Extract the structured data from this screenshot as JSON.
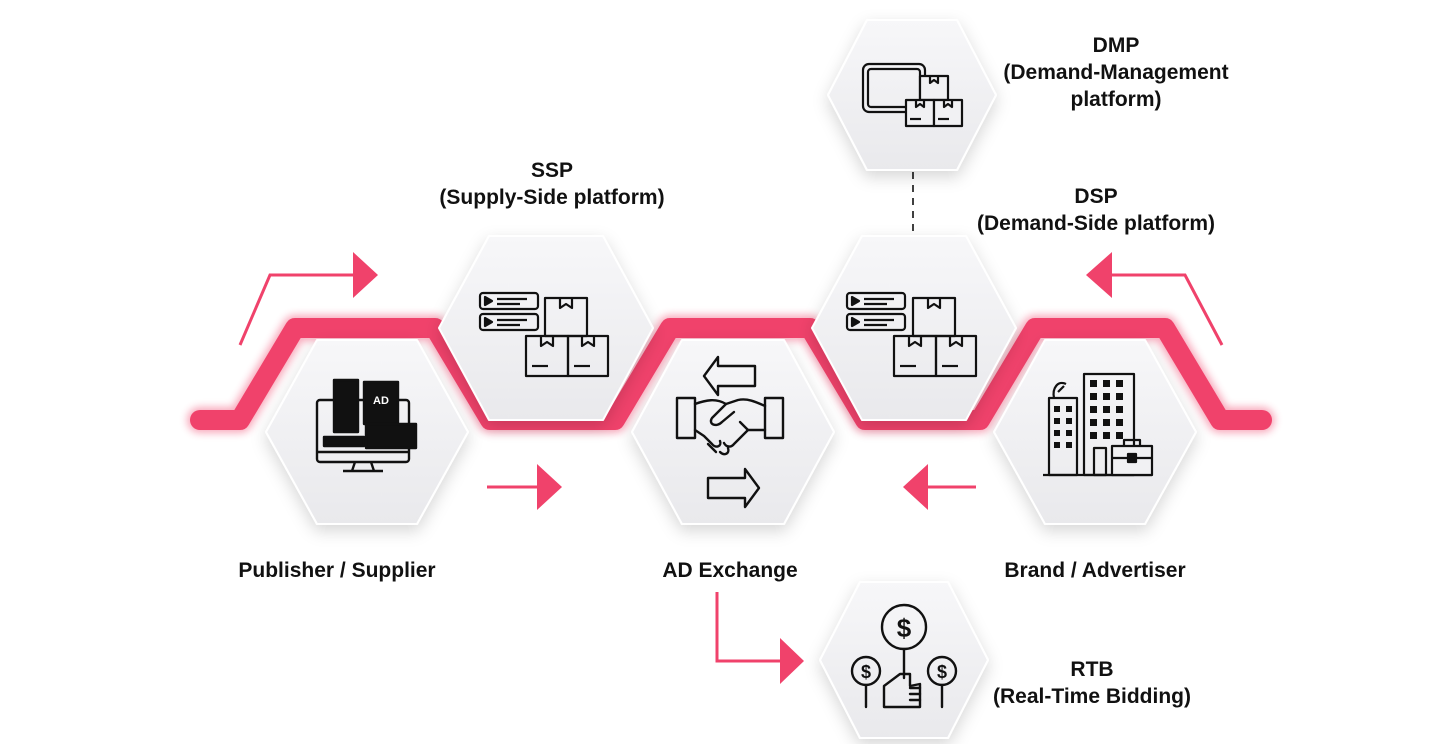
{
  "colors": {
    "accent": "#f0426b",
    "hex_fill": "#f1f1f3",
    "icon_stroke": "#111111",
    "text": "#111111"
  },
  "nodes": {
    "publisher": {
      "label": "Publisher / Supplier",
      "icon": "monitor-ad-icon"
    },
    "ssp": {
      "title": "SSP",
      "subtitle": "(Supply-Side platform)",
      "icon": "ad-boxes-icon"
    },
    "exchange": {
      "label": "AD Exchange",
      "icon": "handshake-arrows-icon"
    },
    "dsp": {
      "title": "DSP",
      "subtitle": "(Demand-Side platform)",
      "icon": "ad-boxes-icon"
    },
    "dmp": {
      "title": "DMP",
      "subtitle_line1": "(Demand-Management",
      "subtitle_line2": "platform)",
      "icon": "board-boxes-icon"
    },
    "brand": {
      "label": "Brand / Advertiser",
      "icon": "buildings-briefcase-icon"
    },
    "rtb": {
      "title": "RTB",
      "subtitle": "(Real-Time Bidding)",
      "icon": "dollar-bidding-icon"
    }
  },
  "icon_text": {
    "monitor_badge": "AD"
  }
}
